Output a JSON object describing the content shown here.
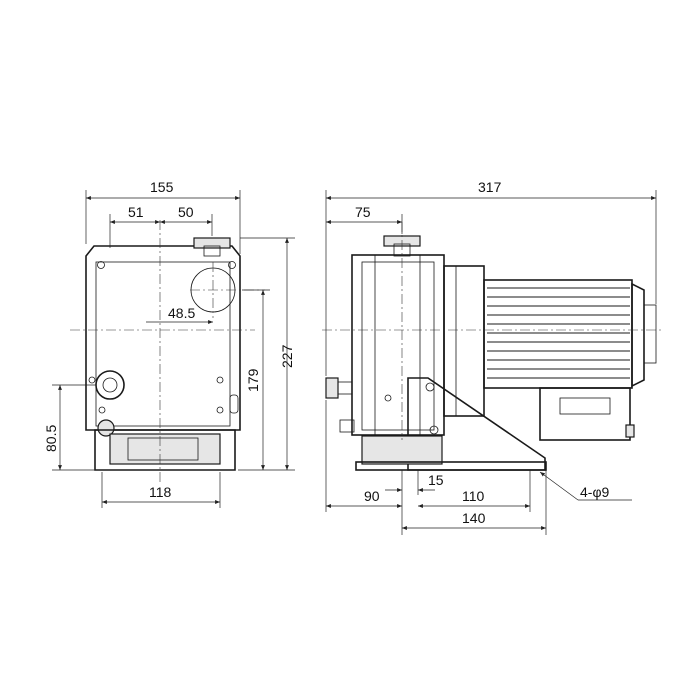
{
  "front_view": {
    "dims": {
      "width_overall": "155",
      "width_left": "51",
      "width_right": "50",
      "offset_center": "48.5",
      "base_width": "118",
      "height_overall": "227",
      "height_inner": "179",
      "height_port": "80.5"
    }
  },
  "side_view": {
    "dims": {
      "length_overall": "317",
      "inlet_offset": "75",
      "base_gap": "15",
      "base_offset": "90",
      "hole_pitch": "110",
      "base_length": "140",
      "holes": "4-φ9"
    }
  },
  "colors": {
    "line": "#1a1a1a",
    "background": "#ffffff",
    "fill": "#e6e6e6"
  }
}
